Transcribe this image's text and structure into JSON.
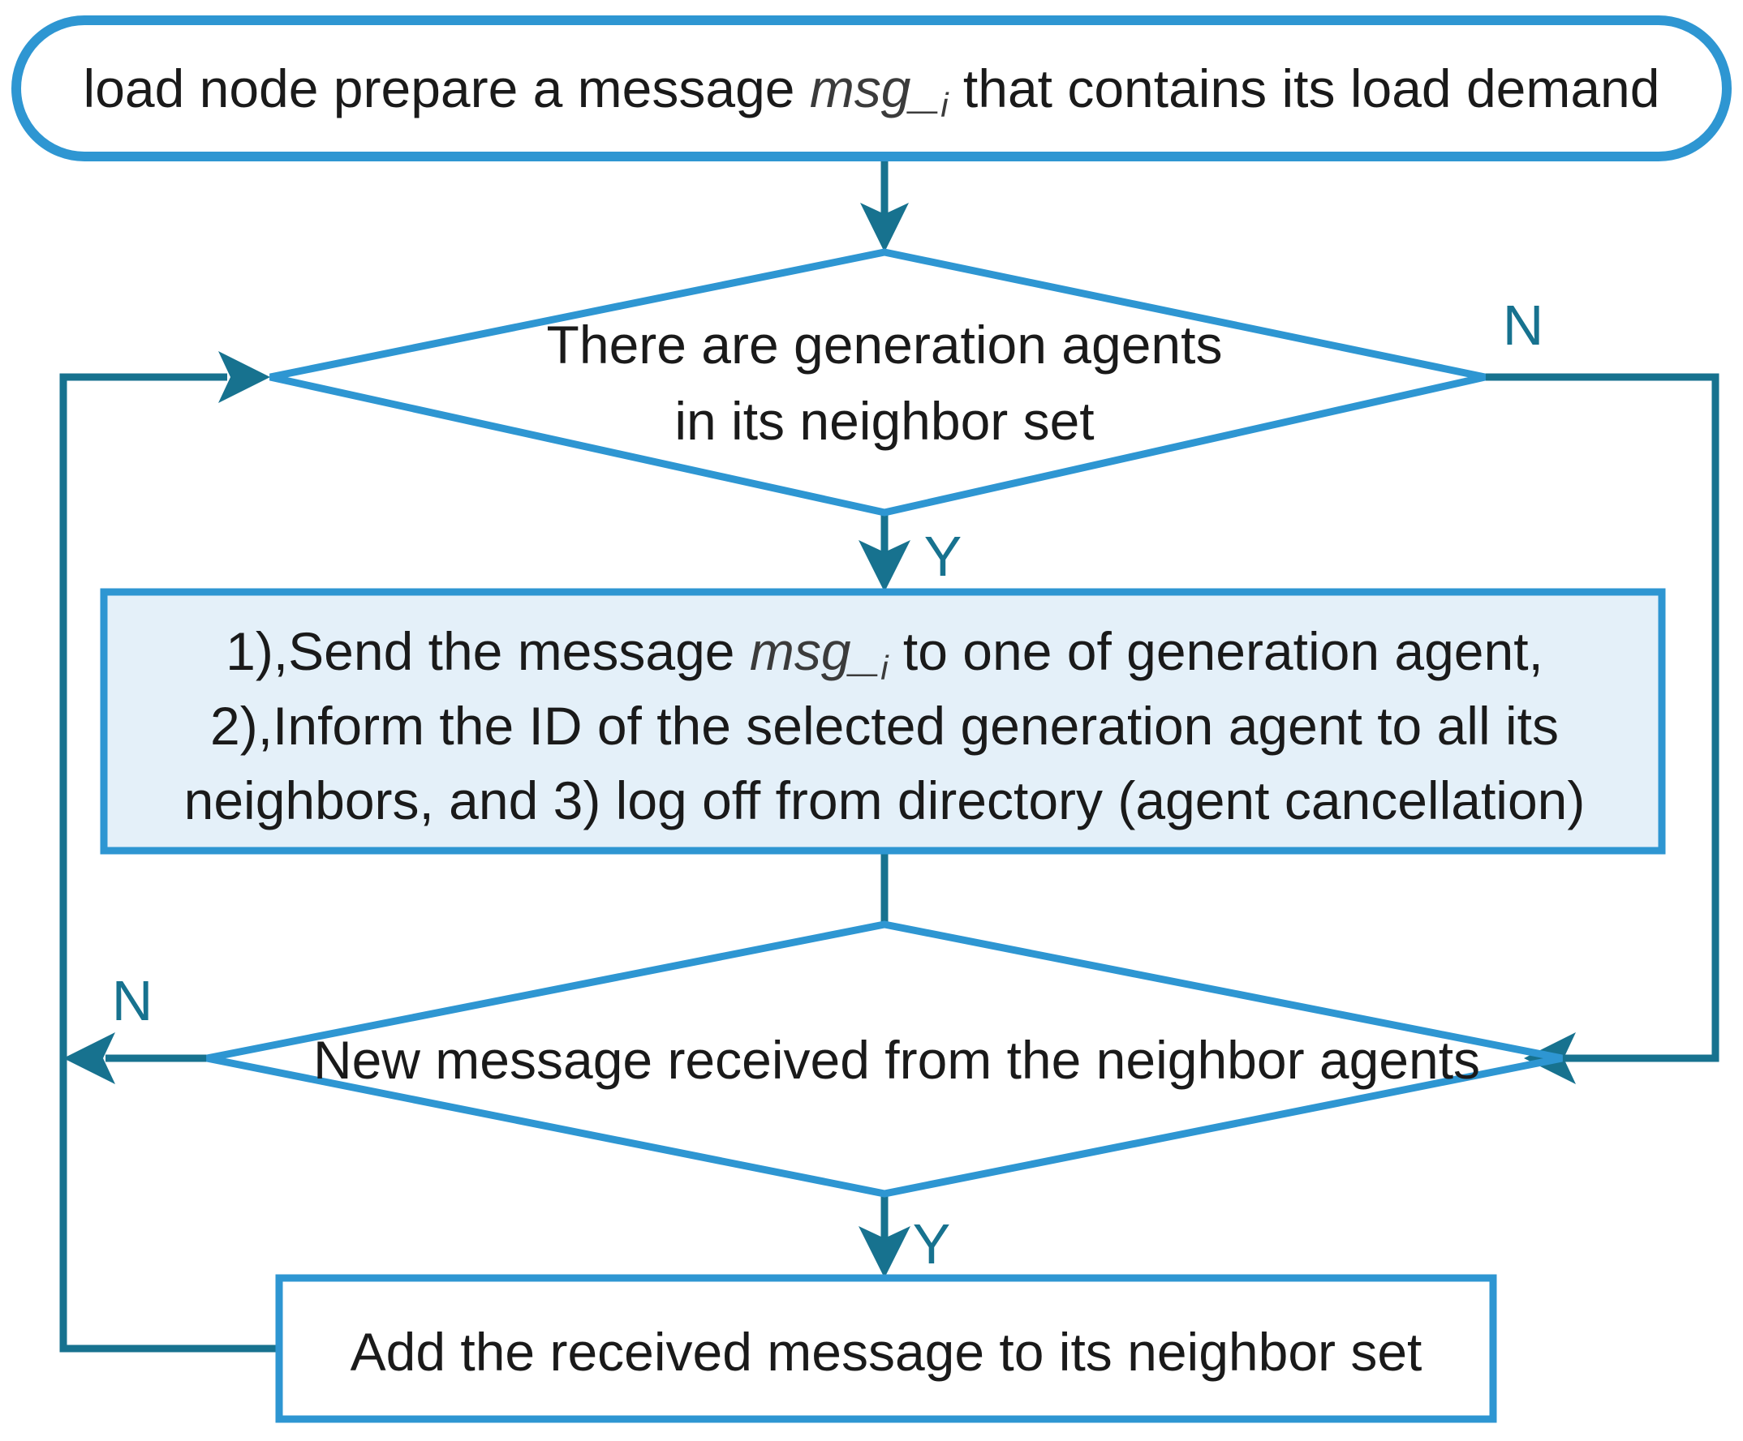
{
  "diagram": {
    "title": "Load agent message flow",
    "colors": {
      "shape_border": "#2e96d2",
      "connector": "#17728f",
      "process_fill": "#e4f0f9",
      "text": "#1a1a1a",
      "branch_label": "#17728f",
      "background": "#ffffff"
    },
    "nodes": {
      "start": {
        "shape": "rounded-terminator",
        "text_parts": {
          "before": "load node prepare a message ",
          "variable": "msg_",
          "subscript": "i",
          "after": " that contains its load demand"
        },
        "full_text": "load node prepare a message msg_i that contains its load demand"
      },
      "decision_generation_agents": {
        "shape": "diamond",
        "line1": "There are generation agents",
        "line2": "in its neighbor set",
        "full_text": "There are generation agents in its neighbor set",
        "branch_yes": "Y",
        "branch_no": "N"
      },
      "process_send": {
        "shape": "process",
        "line1_before": "1),Send the message ",
        "line1_variable": "msg_",
        "line1_subscript": "i",
        "line1_after": " to one of generation agent,",
        "line2": "2),Inform the ID of the selected generation agent to all its",
        "line3": "neighbors, and 3) log off from directory (agent cancellation)",
        "full_text": "1),Send the message msg_i to one of generation agent, 2),Inform the ID of the selected generation agent to all its neighbors, and 3) log off from directory (agent cancellation)"
      },
      "decision_new_message": {
        "shape": "diamond",
        "text": "New message received from the neighbor agents",
        "branch_yes": "Y",
        "branch_no": "N"
      },
      "process_add": {
        "shape": "process",
        "text": "Add the received message to its neighbor set"
      }
    },
    "edges": [
      {
        "id": "start-to-decision1",
        "from": "start",
        "to": "decision_generation_agents",
        "label": ""
      },
      {
        "id": "decision1-yes-to-process-send",
        "from": "decision_generation_agents",
        "to": "process_send",
        "label": "Y"
      },
      {
        "id": "decision1-no-to-decision2",
        "from": "decision_generation_agents",
        "to": "decision_new_message",
        "label": "N"
      },
      {
        "id": "process-send-to-decision2",
        "from": "process_send",
        "to": "decision_new_message",
        "label": ""
      },
      {
        "id": "decision2-yes-to-process-add",
        "from": "decision_new_message",
        "to": "process_add",
        "label": "Y"
      },
      {
        "id": "decision2-no-to-decision1",
        "from": "decision_new_message",
        "to": "decision_generation_agents",
        "label": "N"
      },
      {
        "id": "process-add-to-decision1",
        "from": "process_add",
        "to": "decision_generation_agents",
        "label": ""
      }
    ]
  }
}
